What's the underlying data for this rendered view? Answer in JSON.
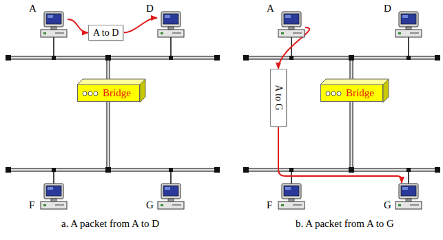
{
  "diagram": {
    "nodes": [
      {
        "text": [
          "A"
        ]
      },
      {
        "text": [
          "A to D"
        ]
      },
      {
        "text": [
          "D"
        ]
      },
      {
        "text": [
          "Bridge"
        ]
      },
      {
        "text": [
          "F"
        ]
      },
      {
        "text": [
          "G"
        ]
      },
      {
        "text": [
          "A"
        ]
      },
      {
        "text": [
          "D"
        ]
      },
      {
        "text": [
          "A to G"
        ]
      },
      {
        "text": [
          "Bridge"
        ]
      },
      {
        "text": [
          "F"
        ]
      },
      {
        "text": [
          "G"
        ]
      }
    ],
    "edges": [
      {
        "from": 0,
        "to": 1,
        "arrow": "to"
      },
      {
        "from": 1,
        "to": 2,
        "arrow": "to"
      },
      {
        "from": 6,
        "to": 8,
        "arrow": "to"
      },
      {
        "from": 8,
        "to": 11,
        "arrow": "to"
      }
    ],
    "labels": [
      "a. A packet from A to D",
      "b. A packet from A to G"
    ]
  }
}
